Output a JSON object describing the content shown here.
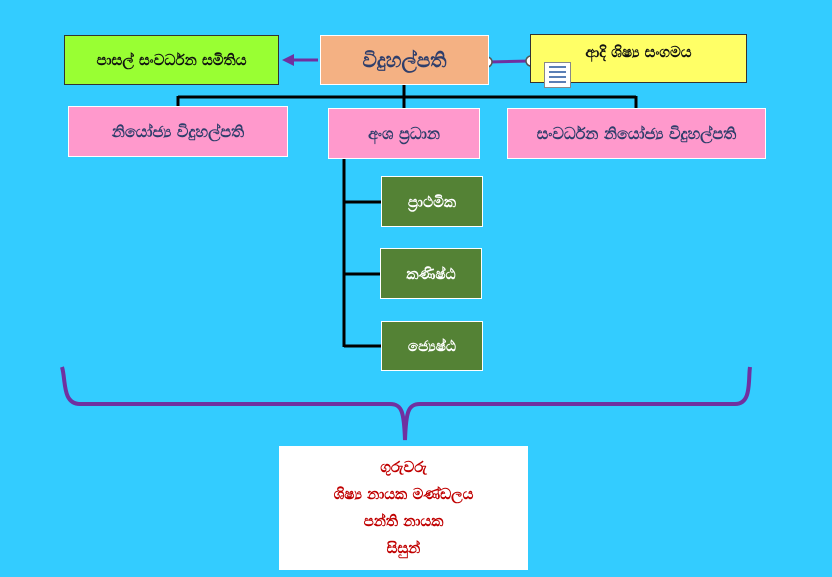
{
  "nodes": {
    "school_dev_society": "පාසල් සංවර්ධන සමිතිය",
    "principal": "විදුහල්පති",
    "past_pupils": "ආදි ශිෂ්‍ය සංගමය",
    "deputy_principal": "නියෝජ්‍ය විදුහල්පති",
    "section_heads": "අංශ ප්‍රධාන",
    "dev_deputy_principal": "සංවර්ධන නියෝජ්‍ය විදුහල්පති",
    "sections": [
      "ප්‍රාථමික",
      "කණිෂ්ඨ",
      "ජ්‍යෙෂ්ඨ"
    ]
  },
  "summary_lines": [
    "ගුරුවරු",
    "ශිෂ්‍ය නායක මණ්ඩලය",
    "පන්ති නායක",
    "සිසුන්"
  ],
  "colors": {
    "background": "#33ccff",
    "connector": "#7030a0",
    "text_red": "#c00000"
  }
}
